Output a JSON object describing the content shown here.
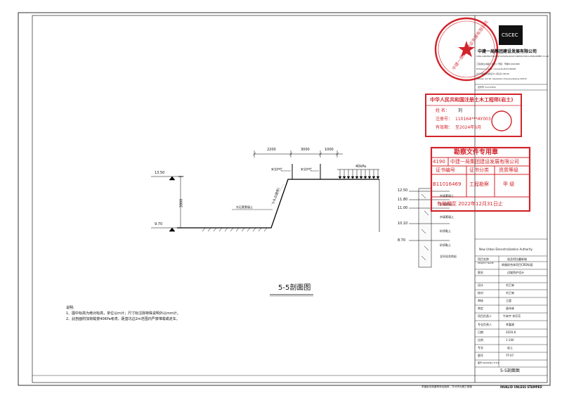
{
  "drawing": {
    "title": "5-5剖面图",
    "dims_top": [
      "2200",
      "3000",
      "1000"
    ],
    "load_label": "40kPa",
    "load_note": "40kPa",
    "elev_left": [
      "13.50",
      "9.70"
    ],
    "height_dim": "3800",
    "slope_label": "1:0.2(坡率)",
    "fence_labels": [
      "安全护栏",
      "安全护栏"
    ],
    "backfill_label": "东石素素填土",
    "elev_right": [
      "12.50",
      "11.80",
      "11.00",
      "10.10",
      "8.70"
    ],
    "soil_labels": [
      "杂填素填土",
      "杂填素填土",
      "杂填素填土",
      "砂质黏土",
      "砂质黏土",
      "全风化花岗岩"
    ]
  },
  "notes": {
    "heading": "说明:",
    "items": [
      "1、图中标高为绝对标高，单位以m计；尺寸标注除特殊说明外以mm计。",
      "2、此剖面附加荷载按40KPa考虑，距基坑边2m范围内严禁堆载或走车。"
    ]
  },
  "company": {
    "name": "中建一局集团建设发展有限公司",
    "name_en": "CHINA CONSTRUCTION FIRST DIVISION GROUP CONSTRUCTION & DEVELOPMENT CO.,LTD",
    "info_lines": [
      "工程勘察证书编号 (综合)（甲级） 甲级B110164069",
      "Professional Rank: License No.B110164069",
      "北京市朝阳区高碑店乡八里庄村 100125",
      "Address: 2nd Rd. Gaobeidian Chaoyang Beijing 100125"
    ],
    "logo_text": "CSCEC",
    "cert_no": "合作号 (m/13350)"
  },
  "engineer_stamp": {
    "title": "中华人民共和国注册土木工程师(岩土)",
    "name_label": "姓  名：",
    "name_value": "刘  ",
    "reg_label": "注册号：",
    "reg_value": "110164***AY003",
    "valid_label": "有效期：",
    "valid_value": "至2024年6月"
  },
  "survey_stamp": {
    "title": "勘察文件专用章",
    "code": "4190",
    "company": "中建一局集团建设发展有限公司",
    "header": [
      "证书编号",
      "证书分类",
      "资质等级"
    ],
    "values": [
      "B11016469",
      "工程勘察",
      "甲 级"
    ],
    "validity": "有效期至 2022年12月31日止"
  },
  "round_seal_text": "中建一局集团建设发展有限公司",
  "title_block": {
    "authority": "New Urban Decentralization Authority",
    "project_label": "项目名称",
    "project_label_en": "PROJECT NAME",
    "project_value": [
      "埃及阿拉曼新城",
      "商服综合体项目CBD标段"
    ],
    "drawing_name_label": "图名",
    "drawing_name_value": "边坡防护设计",
    "rows": [
      {
        "label": "设计",
        "value": "刘卫来"
      },
      {
        "label": "校对",
        "value": "刘卫来"
      },
      {
        "label": "审核",
        "value": "王超"
      },
      {
        "label": "审定",
        "value": "袁伟林"
      },
      {
        "label": "项目负责人",
        "value": "牛恭宇 李芬芳"
      },
      {
        "label": "专业负责人",
        "value": "李嘉政"
      },
      {
        "label": "日期",
        "value": "2020.8"
      },
      {
        "label": "比例",
        "value": "1:100"
      },
      {
        "label": "专业",
        "value": "岩土"
      },
      {
        "label": "图号",
        "value": "YT-07"
      }
    ],
    "drawing_no_label": "图号 DRAWING TITLE",
    "sheet_title": "5-5剖面图"
  },
  "footer": {
    "warning": "本图纸须加盖有效出图章，方可作为施工依据",
    "invalid": "INVALID UNLESS STAMPED"
  },
  "colors": {
    "stamp_red": "#d2242b",
    "ink": "#111111"
  }
}
